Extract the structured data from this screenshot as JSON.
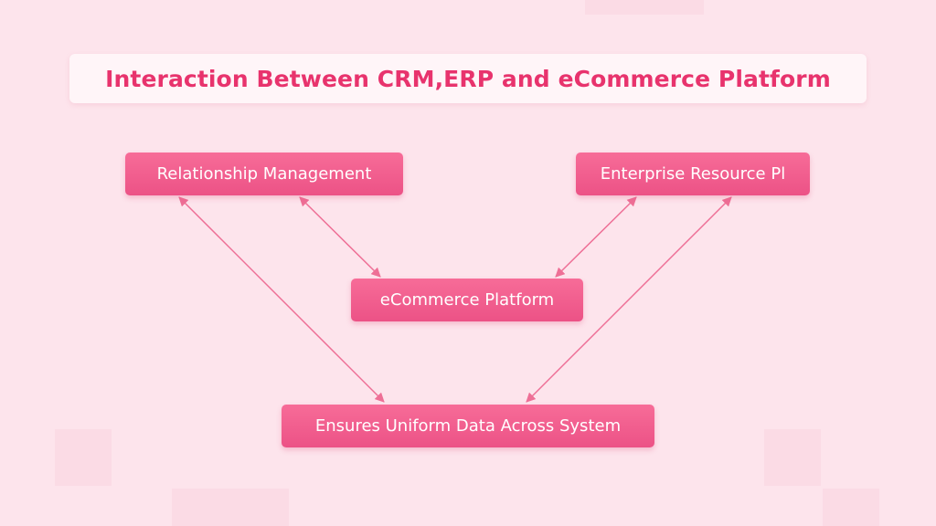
{
  "title": "Interaction Between CRM,ERP and eCommerce Platform",
  "nodes": {
    "crm": "Relationship Management",
    "erp": "Enterprise Resource Pl",
    "ecommerce": "eCommerce Platform",
    "uniform": "Ensures Uniform Data Across System"
  },
  "connections": [
    {
      "from": "crm",
      "to": "ecommerce",
      "direction": "both"
    },
    {
      "from": "crm",
      "to": "uniform",
      "direction": "both"
    },
    {
      "from": "erp",
      "to": "ecommerce",
      "direction": "both"
    },
    {
      "from": "erp",
      "to": "uniform",
      "direction": "both"
    }
  ],
  "colors": {
    "background": "#fde4ec",
    "accent": "#e8336d",
    "node_fill": "#f06090",
    "connector": "#ee6f96",
    "node_text": "#ffffff"
  }
}
